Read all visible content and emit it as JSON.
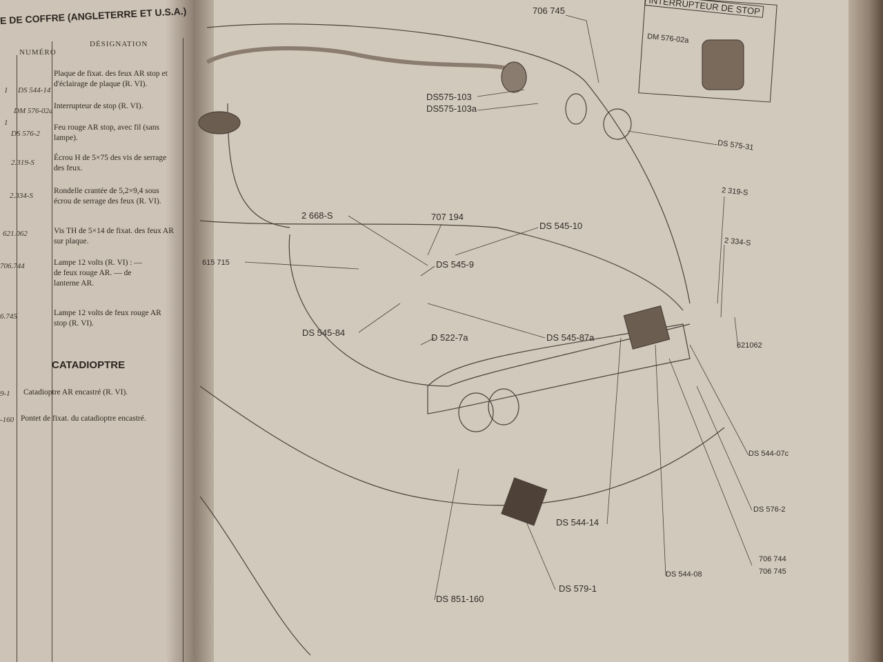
{
  "left_page": {
    "header": "E DE COFFRE (ANGLETERRE ET U.S.A.)",
    "columns": [
      "NUMÉRO",
      "DÉSIGNATION"
    ],
    "rows": [
      {
        "qty": "1",
        "number": "DS 544-14",
        "designation": "Plaque de fixat. des feux AR stop et d'éclairage de plaque (R. VI)."
      },
      {
        "qty": "1",
        "number": "DM 576-02a",
        "designation": "Interrupteur de stop (R. VI)."
      },
      {
        "qty": "",
        "number": "DS 576-2",
        "designation": "Feu rouge AR stop, avec fil (sans lampe)."
      },
      {
        "qty": "",
        "number": "2.319-S",
        "designation": "Écrou H de 5×75 des vis de serrage des feux."
      },
      {
        "qty": "",
        "number": "2.334-S",
        "designation": "Rondelle crantée de 5,2×9,4 sous écrou de serrage des feux (R. VI)."
      },
      {
        "qty": "",
        "number": "621.062",
        "designation": "Vis TH de 5×14 de fixat. des feux AR sur plaque."
      },
      {
        "qty": "",
        "number": "706.744",
        "designation": "Lampe 12 volts (R. VI) : — de feux rouge AR. — de lanterne AR."
      },
      {
        "qty": "",
        "number": "6.745",
        "designation": "Lampe 12 volts de feux rouge AR stop (R. VI)."
      }
    ],
    "section": "CATADIOPTRE",
    "section_rows": [
      {
        "number": "9-1",
        "designation": "Catadioptre AR encastré (R. VI)."
      },
      {
        "number": "-160",
        "designation": "Pontet de fixat. du catadioptre encastré."
      }
    ]
  },
  "diagram": {
    "inset_title": "INTERRUPTEUR DE STOP",
    "labels": [
      "706 745",
      "DM 576-02a",
      "DS575-103",
      "DS575-103a",
      "DS 575-31",
      "2 319-S",
      "2 334-S",
      "2 668-S",
      "707 194",
      "DS 545-10",
      "615 715",
      "DS 545-9",
      "DS 545-84",
      "D 522-7a",
      "DS 545-87a",
      "621062",
      "DS 544-07c",
      "DS 576-2",
      "DS 544-14",
      "706 744",
      "706 745",
      "DS 544-08",
      "DS 851-160",
      "DS 579-1"
    ]
  }
}
